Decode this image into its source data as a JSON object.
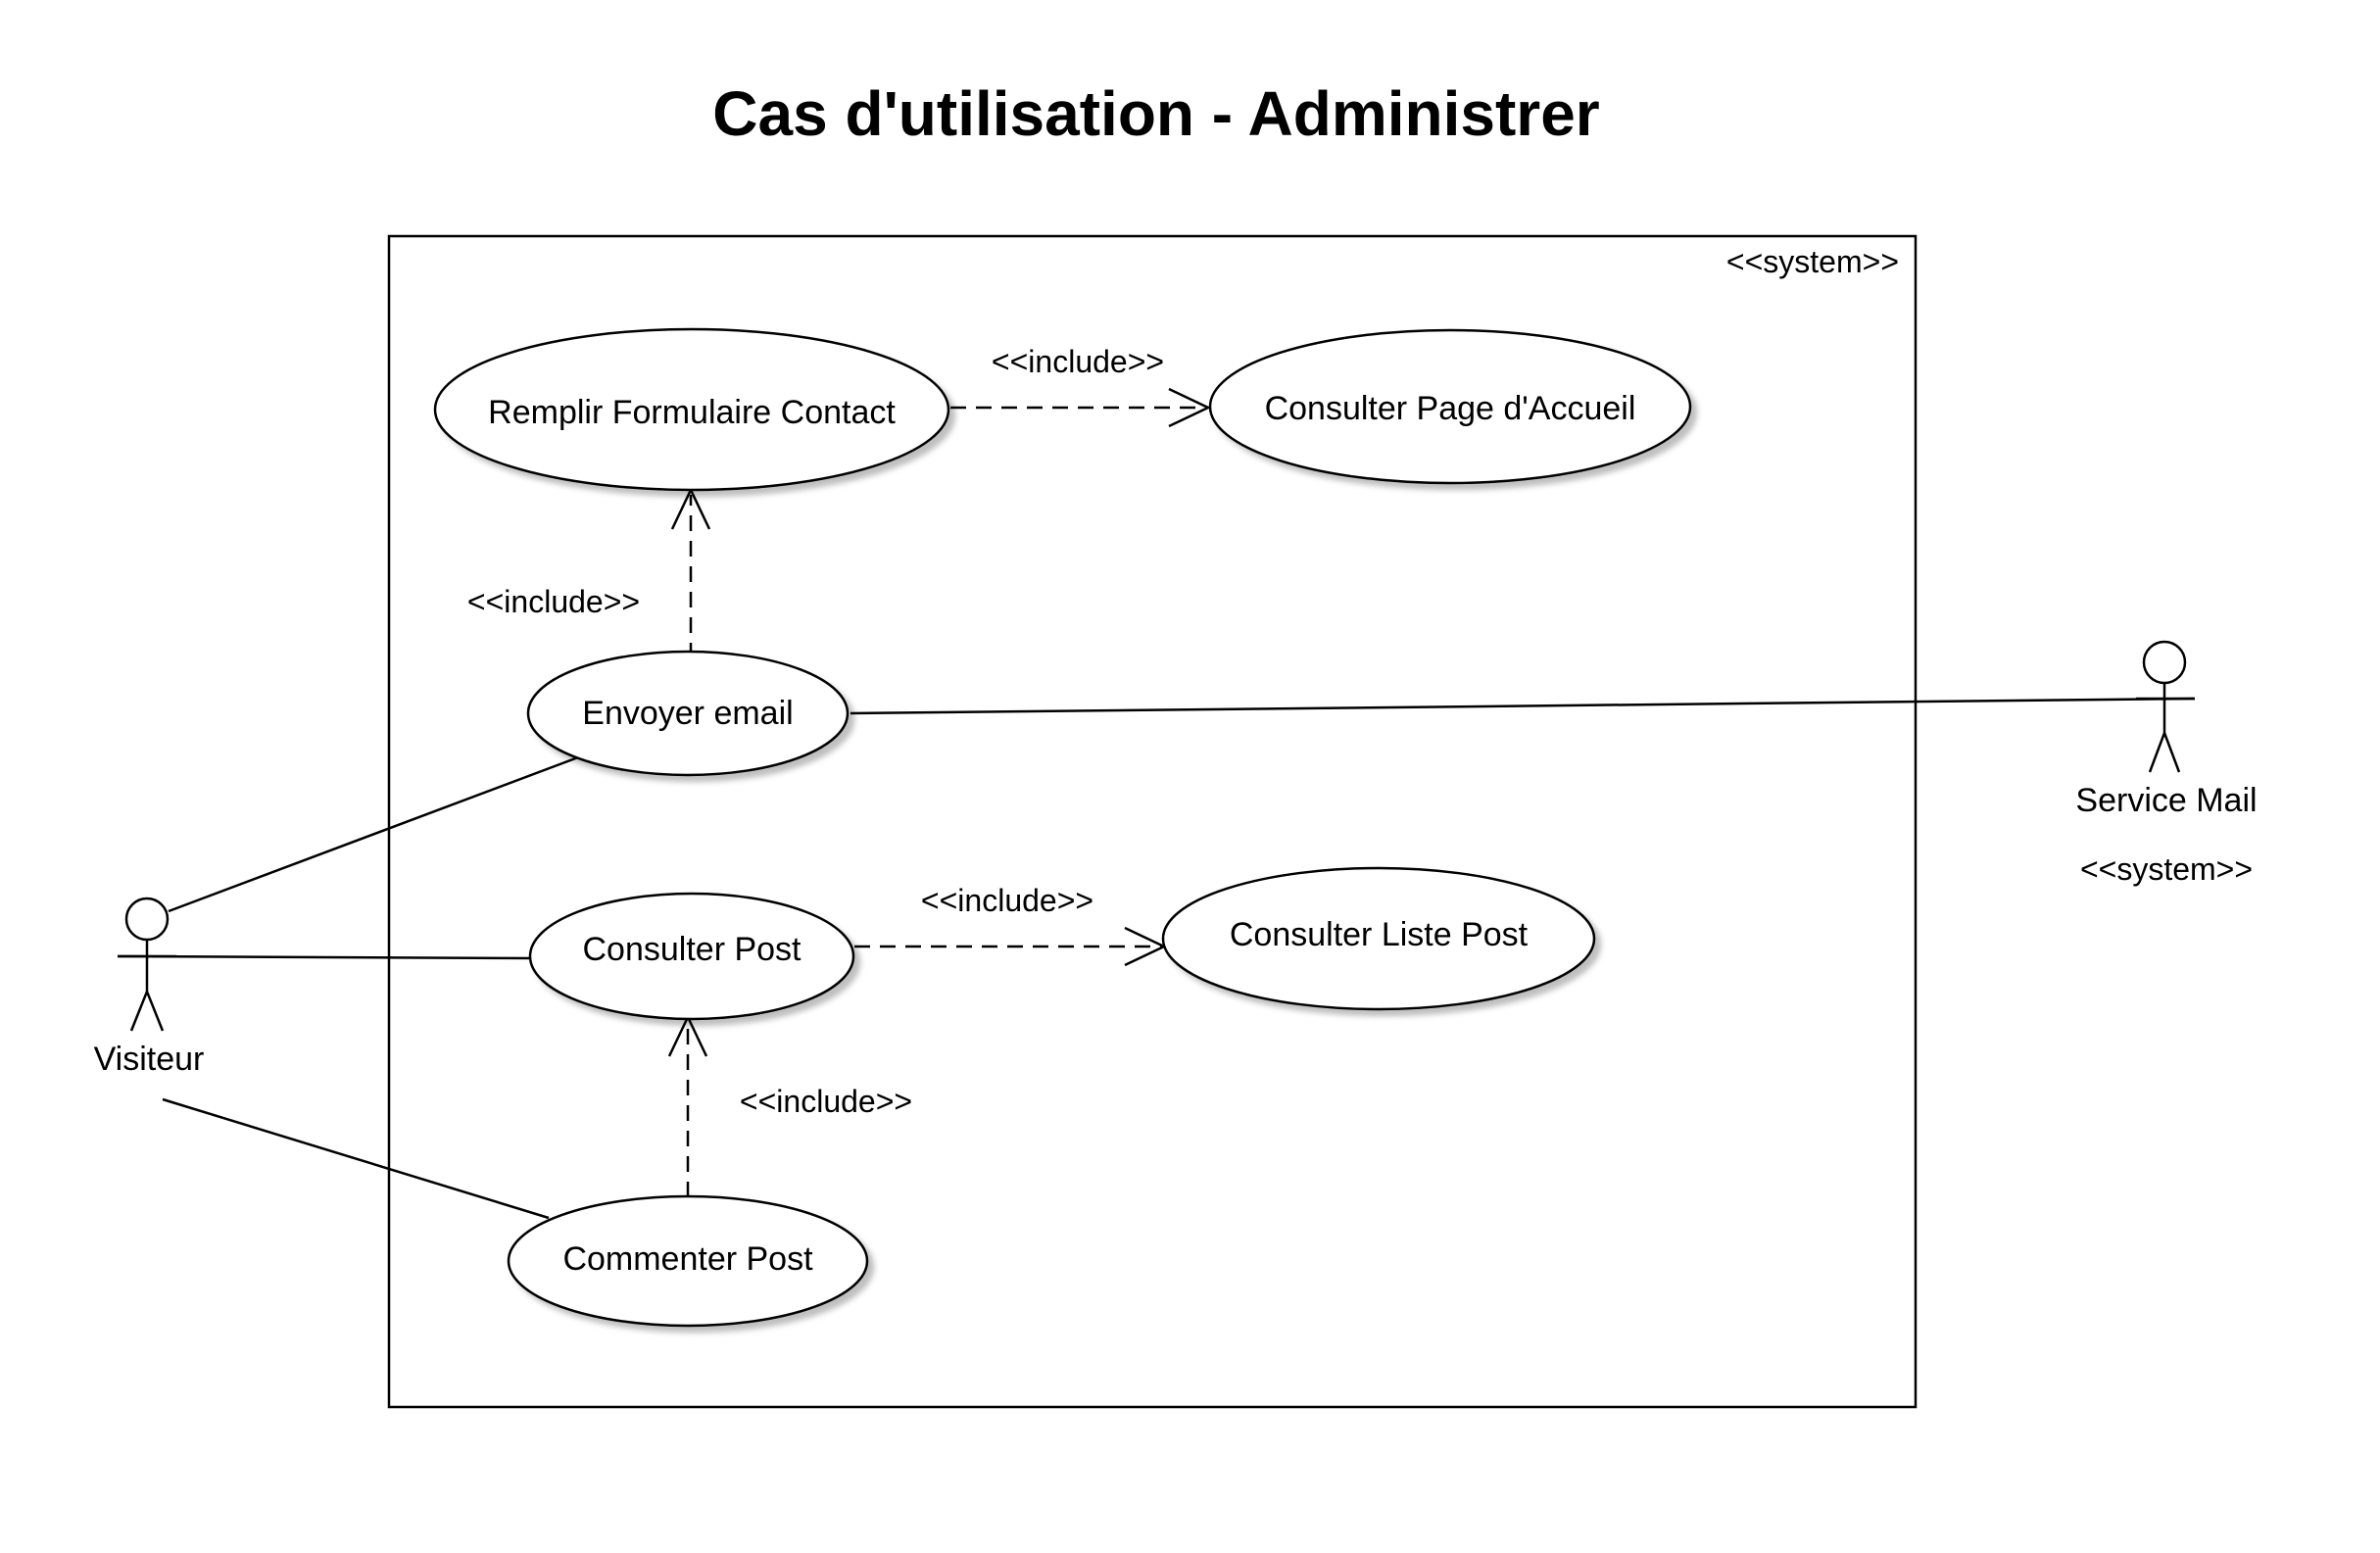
{
  "title": "Cas d'utilisation - Administrer",
  "system_boundary": {
    "stereotype": "<<system>>"
  },
  "use_cases": {
    "remplir_formulaire": "Remplir Formulaire Contact",
    "consulter_accueil": "Consulter Page d'Accueil",
    "envoyer_email": "Envoyer email",
    "consulter_post": "Consulter Post",
    "consulter_liste_post": "Consulter Liste Post",
    "commenter_post": "Commenter Post"
  },
  "relations": {
    "remplir_to_accueil": "<<include>>",
    "envoyer_to_remplir": "<<include>>",
    "consulter_post_to_liste": "<<include>>",
    "commenter_to_consulter_post": "<<include>>"
  },
  "actors": {
    "visiteur": {
      "name": "Visiteur"
    },
    "service_mail": {
      "name": "Service Mail",
      "stereotype": "<<system>>"
    }
  }
}
